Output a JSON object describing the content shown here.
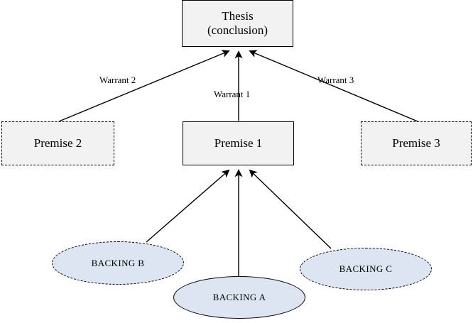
{
  "diagram": {
    "title": "Toulmin argument structure diagram",
    "colors": {
      "box_fill": "#f2f2f2",
      "ellipse_fill": "#dde4f2",
      "stroke": "#000000",
      "background": "#ffffff"
    },
    "nodes": {
      "thesis": {
        "line1": "Thesis",
        "line2": "(conclusion)",
        "shape": "rectangle",
        "border": "solid"
      },
      "premise1": {
        "label": "Premise 1",
        "shape": "rectangle",
        "border": "solid"
      },
      "premise2": {
        "label": "Premise 2",
        "shape": "rectangle",
        "border": "dashed"
      },
      "premise3": {
        "label": "Premise 3",
        "shape": "rectangle",
        "border": "dashed"
      },
      "backing_a": {
        "label": "BACKING A",
        "shape": "ellipse",
        "border": "solid"
      },
      "backing_b": {
        "label": "BACKING B",
        "shape": "ellipse",
        "border": "dashed"
      },
      "backing_c": {
        "label": "BACKING C",
        "shape": "ellipse",
        "border": "dashed"
      }
    },
    "edge_labels": {
      "warrant1": "Warrant 1",
      "warrant2": "Warrant 2",
      "warrant3": "Warrant 3"
    }
  }
}
